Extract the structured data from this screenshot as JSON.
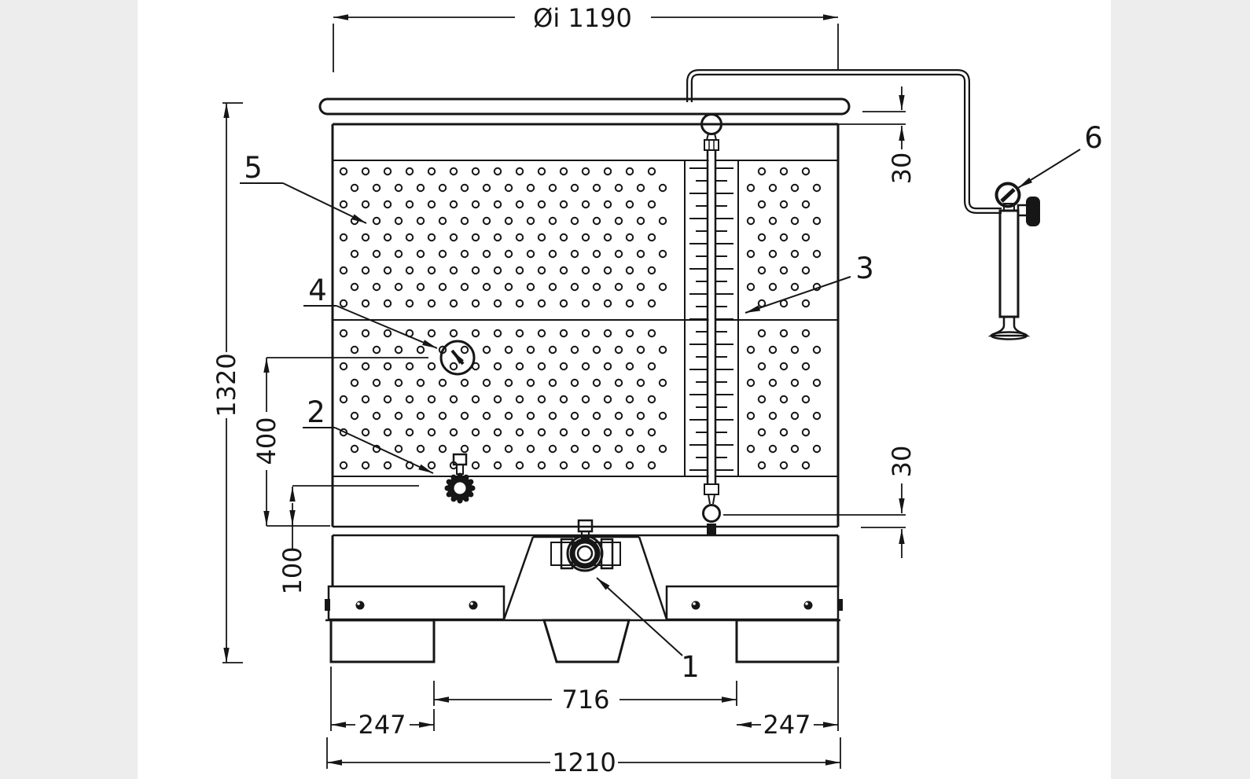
{
  "drawing": {
    "type": "technical-drawing",
    "subject": "storage tank with cooling jacket, level gauge and air pump",
    "labels": {
      "dim_inner_diameter": "Øi 1190",
      "dim_total_height": "1320",
      "dim_400": "400",
      "dim_100": "100",
      "dim_30_top": "30",
      "dim_30_bottom": "30",
      "dim_716": "716",
      "dim_247_left": "247",
      "dim_247_right": "247",
      "dim_1210": "1210"
    },
    "callouts": {
      "item1": "1",
      "item2": "2",
      "item3": "3",
      "item4": "4",
      "item5": "5",
      "item6": "6"
    },
    "colors": {
      "line": "#161616",
      "paper": "#ffffff",
      "margin": "#ededed"
    }
  }
}
